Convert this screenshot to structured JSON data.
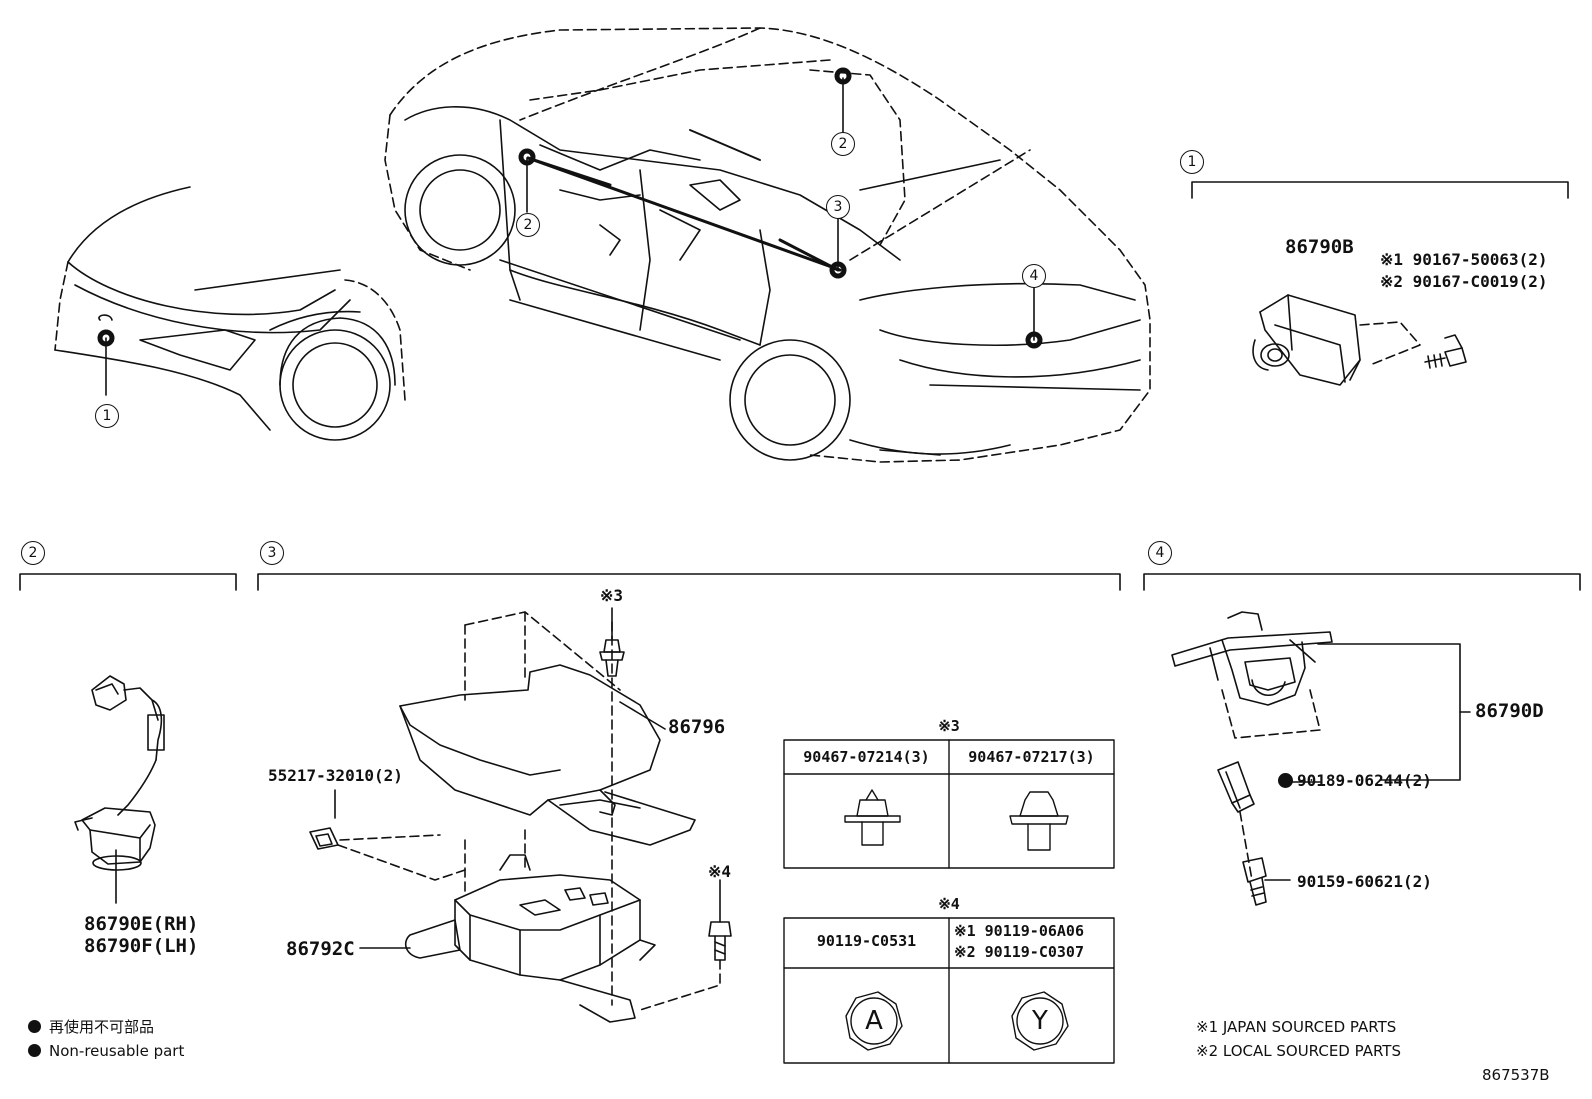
{
  "views": {
    "v1": "1",
    "v2": "2",
    "v3": "3",
    "v4": "4"
  },
  "parts": {
    "front_camera": "86790B",
    "screw_jp": "※1 90167-50063(2)",
    "screw_local": "※2 90167-C0019(2)",
    "side_camera_rh": "86790E(RH)",
    "side_camera_lh": "86790F(LH)",
    "clip_552": "55217-32010(2)",
    "bracket": "86796",
    "ecu": "86792C",
    "rear_camera": "86790D",
    "nut_nonreusable": "90189-06244(2)",
    "bolt": "90159-60621(2)"
  },
  "notes": {
    "n3": "※3",
    "n4": "※4"
  },
  "table3": {
    "title": "※3",
    "col1": "90467-07214(3)",
    "col2": "90467-07217(3)"
  },
  "table4": {
    "title": "※4",
    "col1": "90119-C0531",
    "col2_jp": "※1  90119-06A06",
    "col2_local": "※2  90119-C0307",
    "mark1": "A",
    "mark2": "Y"
  },
  "legend": {
    "ja": "再使用不可部品",
    "en": "Non-reusable part"
  },
  "footnotes": {
    "f1": "※1 JAPAN SOURCED PARTS",
    "f2": "※2 LOCAL SOURCED PARTS"
  },
  "diagram_id": "867537B"
}
